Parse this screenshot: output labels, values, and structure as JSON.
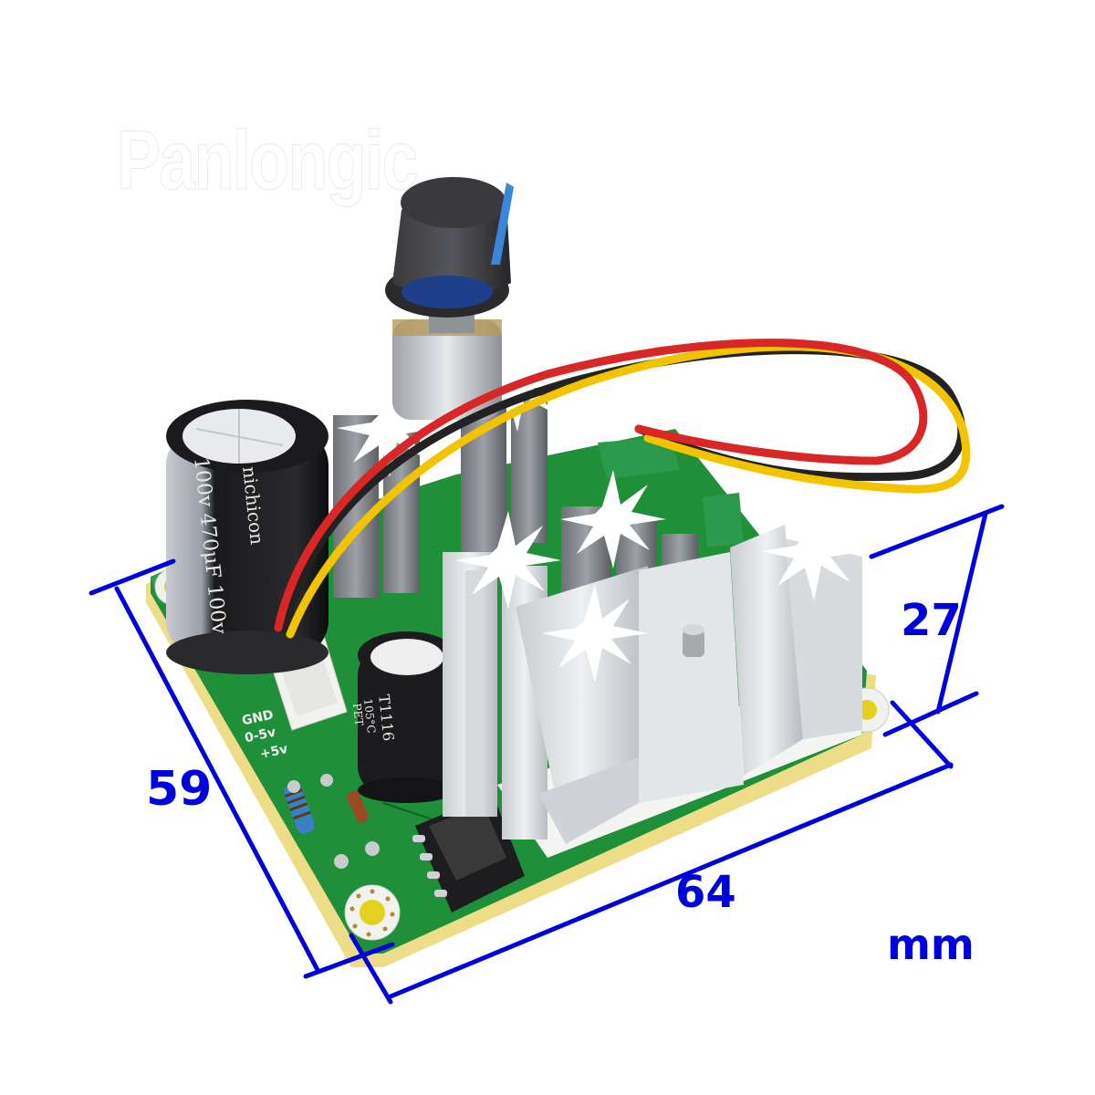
{
  "image": {
    "subject": "PWM DC motor speed controller board with potentiometer knob, heatsinks and 3-wire connector",
    "background_color": "#ffffff",
    "annotation_color": "#0000dd"
  },
  "watermark": {
    "text": "Panlongic"
  },
  "dimensions": {
    "width": {
      "value": "64",
      "label": "64"
    },
    "depth": {
      "value": "59",
      "label": "59"
    },
    "height": {
      "value": "27",
      "label": "27"
    },
    "unit": "mm"
  },
  "board": {
    "silkscreen": {
      "pin1": "GND",
      "pin2": "0-5v",
      "pin3": "+5v"
    },
    "big_capacitor": {
      "brand": "nichicon",
      "rating_line1": "100v 470uF",
      "rating_line2": "100v",
      "text_full": "100v 470μF 100v"
    },
    "small_capacitor": {
      "code": "T1116",
      "temp": "105°C",
      "series": "PET"
    },
    "wires": [
      {
        "color_name": "red",
        "color": "#d92626"
      },
      {
        "color_name": "yellow",
        "color": "#f2c400"
      },
      {
        "color_name": "black",
        "color": "#222222"
      }
    ],
    "knob": {
      "body_color": "#2b2b2e",
      "stripe_color": "#3a86d8"
    },
    "pcb_color": "#1f8f3a"
  }
}
